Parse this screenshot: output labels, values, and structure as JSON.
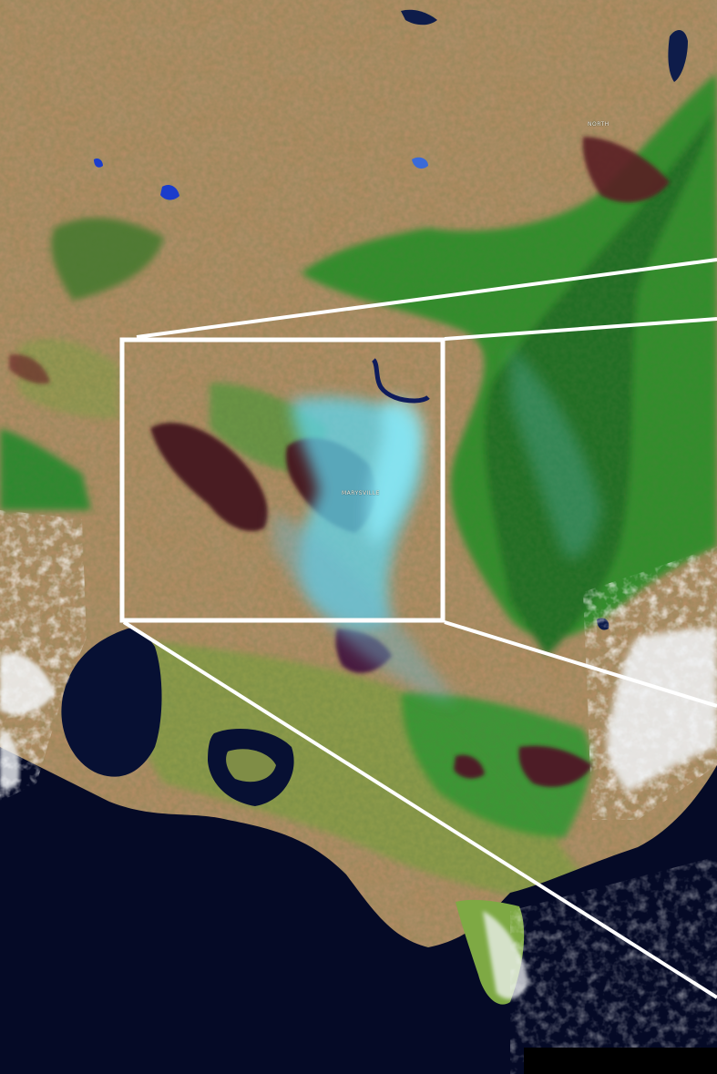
{
  "image": {
    "type": "false-color satellite image",
    "colors": {
      "dry_land": "#b98b63",
      "vegetation": "#2f8f2c",
      "dense_forest": "#1f6d24",
      "burn_scar": "#4a1a24",
      "smoke": "#5fd6ee",
      "water": "#071033",
      "cloud": "#f2f4f6",
      "callout_outline": "#ffffff"
    }
  },
  "labels": {
    "town_marysville": "MARYSVILLE",
    "town_north": "NORTH"
  }
}
